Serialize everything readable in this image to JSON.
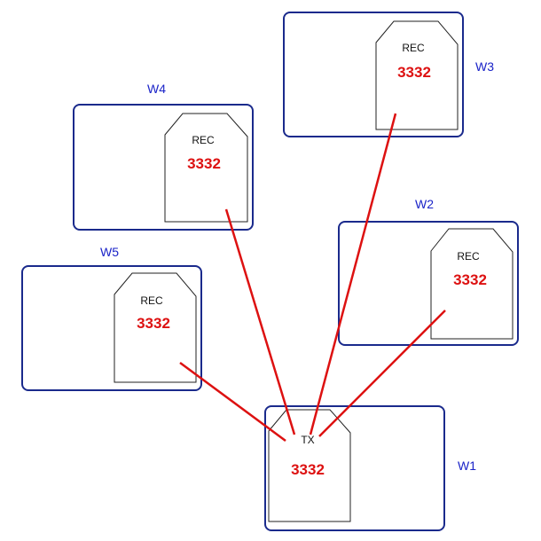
{
  "colors": {
    "box_border": "#1a2a8c",
    "label_text": "#1a23c8",
    "code_text": "#dd1111",
    "link_line": "#dd1111",
    "tag_border": "#222222"
  },
  "nodes": {
    "w1": {
      "label": "W1",
      "tag_title": "TX",
      "code": "3332"
    },
    "w2": {
      "label": "W2",
      "tag_title": "REC",
      "code": "3332"
    },
    "w3": {
      "label": "W3",
      "tag_title": "REC",
      "code": "3332"
    },
    "w4": {
      "label": "W4",
      "tag_title": "REC",
      "code": "3332"
    },
    "w5": {
      "label": "W5",
      "tag_title": "REC",
      "code": "3332"
    }
  },
  "links": [
    {
      "from": "w4",
      "to": "w1"
    },
    {
      "from": "w3",
      "to": "w1"
    },
    {
      "from": "w2",
      "to": "w1"
    },
    {
      "from": "w5",
      "to": "w1"
    }
  ]
}
